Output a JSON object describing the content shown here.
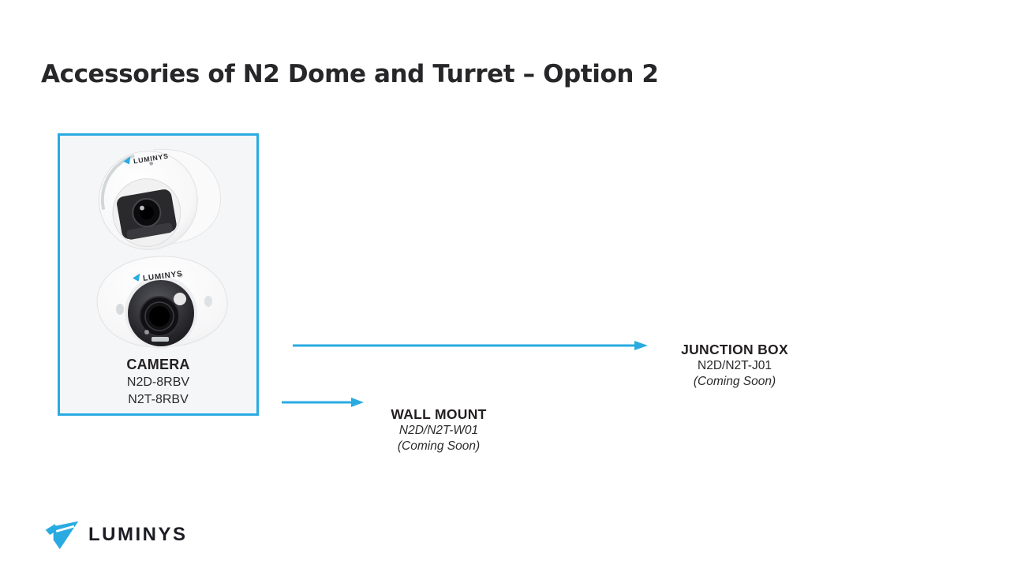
{
  "title": "Accessories of N2 Dome and Turret – Option 2",
  "colors": {
    "accent": "#29ABE2",
    "ink": "#231F20",
    "logo_text": "#1c1c24"
  },
  "camera_box": {
    "label": "CAMERA",
    "models": [
      "N2D-8RBV",
      "N2T-8RBV"
    ],
    "brand_on_camera": "LUMINYS",
    "images": [
      "turret-camera",
      "dome-camera"
    ]
  },
  "accessories": [
    {
      "id": "junction-box",
      "title": "JUNCTION BOX",
      "model": "N2D/N2T-J01",
      "status": "(Coming Soon)"
    },
    {
      "id": "wall-mount",
      "title": "WALL MOUNT",
      "model": "N2D/N2T-W01",
      "status": "(Coming Soon)"
    }
  ],
  "footer": {
    "brand": "LUMINYS"
  }
}
